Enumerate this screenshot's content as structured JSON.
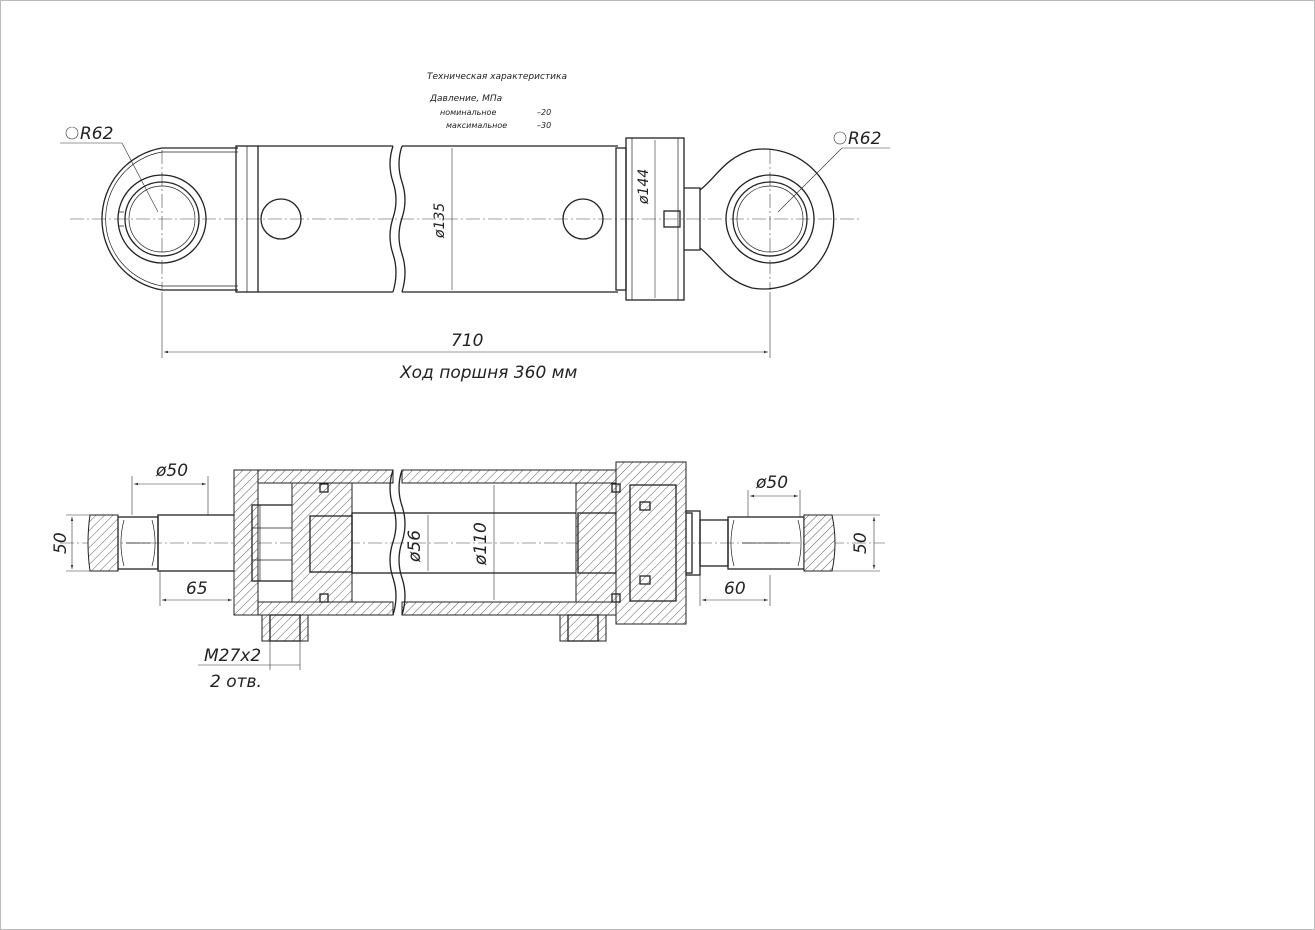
{
  "spec": {
    "title": "Техническая характеристика",
    "pressure_label": "Давление, МПа",
    "rows": [
      {
        "label": "номинальное",
        "value": "–20"
      },
      {
        "label": "максимальное",
        "value": "–30"
      }
    ]
  },
  "top_view": {
    "left_eye_radius": "R62",
    "right_eye_radius": "R62",
    "body_diameter": "ø135",
    "head_diameter": "ø144",
    "overall_length": "710",
    "stroke_caption": "Ход поршня 360 мм"
  },
  "section_view": {
    "left_bore": "ø50",
    "right_bore": "ø50",
    "left_eye_width": "50",
    "right_eye_width": "50",
    "left_offset": "65",
    "right_offset": "60",
    "rod_diameter": "ø56",
    "bore_diameter": "ø110",
    "port_thread": "M27x2",
    "port_count": "2 отв."
  }
}
